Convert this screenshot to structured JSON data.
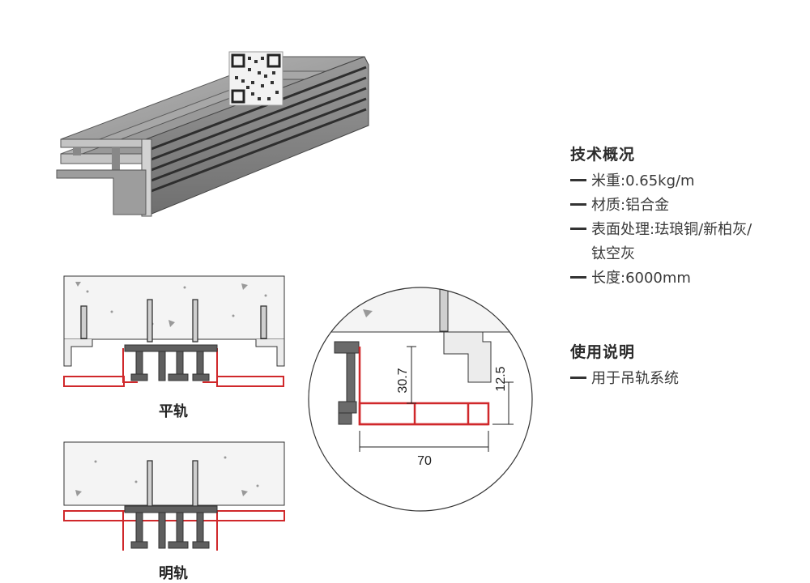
{
  "spec": {
    "title": "技术概况",
    "items": [
      {
        "text": "米重:0.65kg/m"
      },
      {
        "text": "材质:铝合金"
      },
      {
        "text": "表面处理:珐琅铜/新柏灰/"
      },
      {
        "text": "钛空灰"
      },
      {
        "text": "长度:6000mm"
      }
    ]
  },
  "usage": {
    "title": "使用说明",
    "items": [
      {
        "text": "用于吊轨系统"
      }
    ]
  },
  "diagrams": {
    "flat_rail_caption": "平轨",
    "exposed_rail_caption": "明轨",
    "dim_height": "30.7",
    "dim_offset": "12.5",
    "dim_width": "70"
  },
  "colors": {
    "profile": "#8f8f8f",
    "ceiling": "#f3f3f3",
    "accent": "#d0282b",
    "line": "#333333"
  }
}
